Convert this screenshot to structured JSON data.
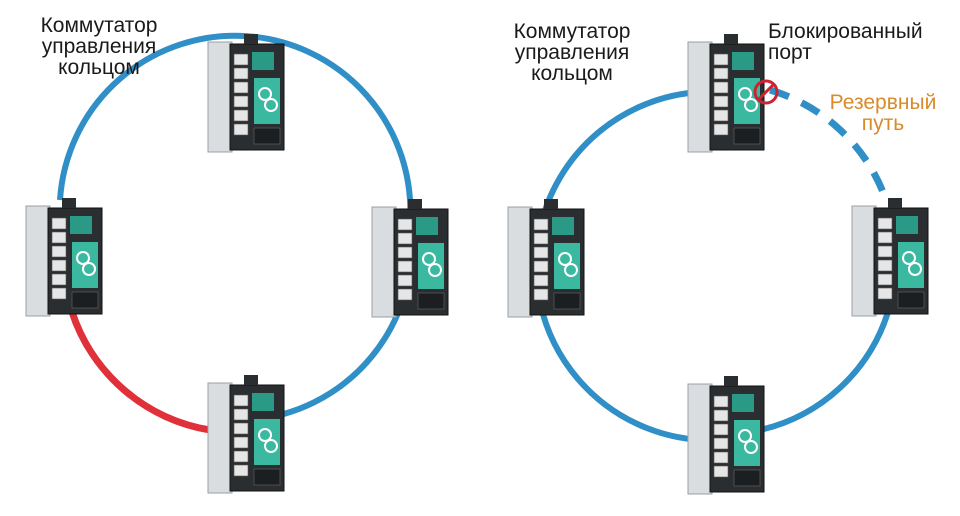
{
  "left_diagram": {
    "label_lines": [
      "Коммутатор",
      "управления",
      "кольцом"
    ]
  },
  "right_diagram": {
    "label_lines": [
      "Коммутатор",
      "управления",
      "кольцом"
    ],
    "blocked_port_lines": [
      "Блокированный",
      "порт"
    ],
    "backup_path_lines": [
      "Резервный",
      "путь"
    ]
  },
  "colors": {
    "ring_link": "#2f8fc6",
    "failed_link": "#e0303a",
    "blocked_port": "#cc2233",
    "backup_path_label": "#d98a2b"
  }
}
